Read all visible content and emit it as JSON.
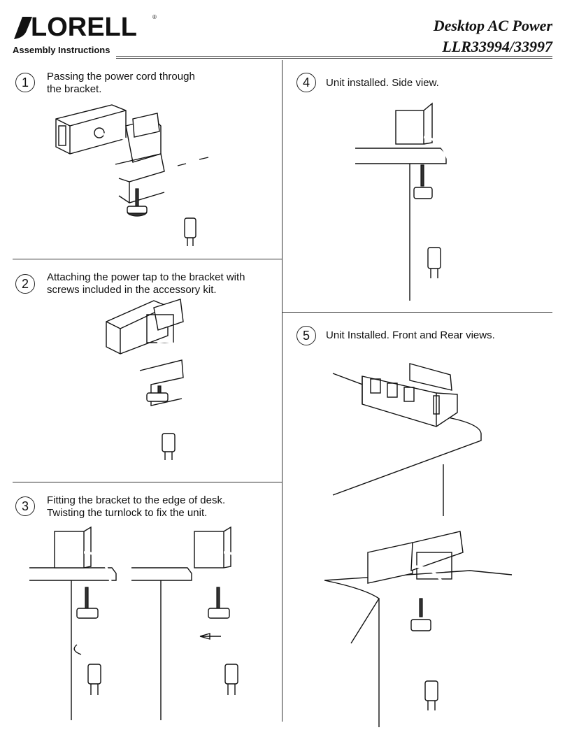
{
  "header": {
    "brand": "LORELL",
    "registered": "®",
    "subtitle": "Assembly Instructions",
    "title_line1": "Desktop AC Power",
    "title_line2": "LLR33994/33997"
  },
  "steps": [
    {
      "number": "1",
      "line1": "Passing the power cord through",
      "line2": "the bracket."
    },
    {
      "number": "2",
      "line1": "Attaching the power tap to the bracket with",
      "line2": "screws included in the accessory kit."
    },
    {
      "number": "3",
      "line1": "Fitting the bracket to the edge of desk.",
      "line2": "Twisting the turnlock to fix the unit."
    },
    {
      "number": "4",
      "line1": "Unit installed. Side view.",
      "line2": ""
    },
    {
      "number": "5",
      "line1": "Unit Installed. Front and Rear views.",
      "line2": ""
    }
  ]
}
